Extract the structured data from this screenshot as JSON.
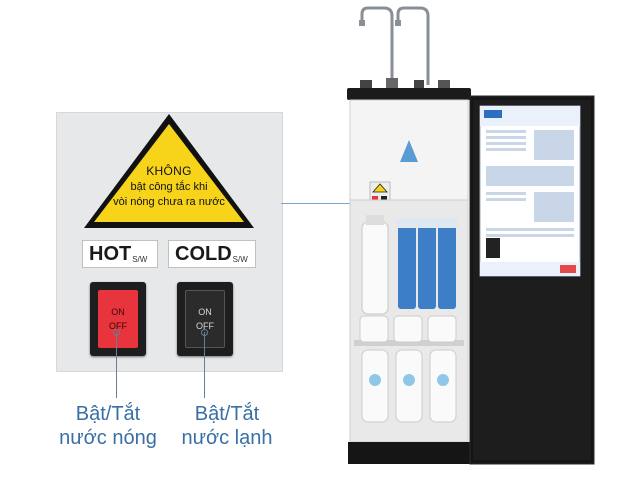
{
  "warning": {
    "line1": "KHÔNG",
    "line2": "bật công tắc khi",
    "line3": "vòi nóng chưa ra nước"
  },
  "hot_switch": {
    "label": "HOT",
    "sublabel": "S/W",
    "on": "ON",
    "off": "OFF"
  },
  "cold_switch": {
    "label": "COLD",
    "sublabel": "S/W",
    "on": "ON",
    "off": "OFF"
  },
  "captions": {
    "hot_line1": "Bật/Tắt",
    "hot_line2": "nước nóng",
    "cold_line1": "Bật/Tắt",
    "cold_line2": "nước lạnh"
  },
  "colors": {
    "warning_yellow": "#f7d31a",
    "hot_rocker": "#e8343c",
    "caption_blue": "#3a6fa5",
    "cabinet_black": "#151515"
  }
}
